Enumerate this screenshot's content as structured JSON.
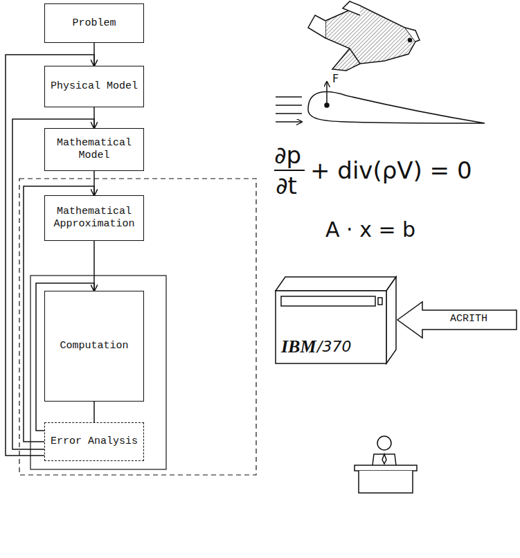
{
  "diagram": {
    "nodes": [
      {
        "text": [
          "Problem"
        ]
      },
      {
        "text": [
          "Physical Model"
        ]
      },
      {
        "text": [
          "Mathematical Model"
        ]
      },
      {
        "text": [
          "Mathematical Approximation"
        ]
      },
      {
        "text": [
          "Computation"
        ]
      },
      {
        "text": [
          "Error Analysis"
        ]
      }
    ],
    "edges": [
      {
        "from": 0,
        "to": 1,
        "arrow": "none"
      },
      {
        "from": 1,
        "to": 2,
        "arrow": "none"
      },
      {
        "from": 2,
        "to": 3,
        "arrow": "none"
      },
      {
        "from": 3,
        "to": 4,
        "arrow": "none"
      },
      {
        "from": 4,
        "to": 5,
        "arrow": "none"
      },
      {
        "from": 5,
        "to": 1,
        "arrow": "to"
      },
      {
        "from": 5,
        "to": 2,
        "arrow": "to"
      },
      {
        "from": 5,
        "to": 3,
        "arrow": "to"
      },
      {
        "from": 5,
        "to": 4,
        "arrow": "to"
      }
    ],
    "labels": [
      "F",
      "∂p",
      "∂t",
      "+ div(ρV) = 0",
      "A · x = b",
      "IBM",
      "/370",
      "ACRITH"
    ]
  }
}
